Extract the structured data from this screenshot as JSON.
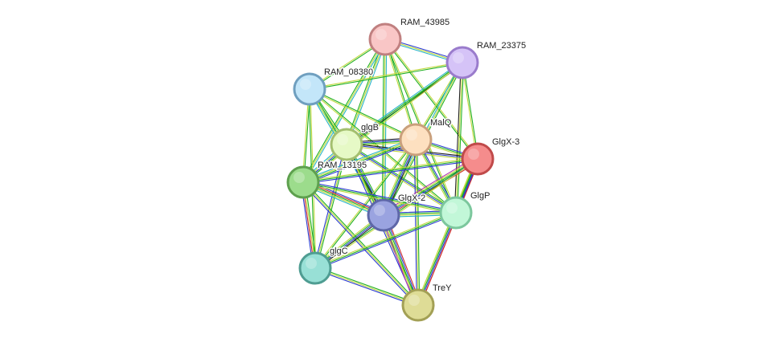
{
  "network": {
    "nodes": [
      {
        "id": "n1",
        "label": "RAM_43985",
        "fill": "#f9c6c6",
        "stroke": "#c08080"
      },
      {
        "id": "n2",
        "label": "RAM_23375",
        "fill": "#d5c3f7",
        "stroke": "#9a7ccc"
      },
      {
        "id": "n3",
        "label": "RAM_08380",
        "fill": "#c3e6f9",
        "stroke": "#6f9fbf"
      },
      {
        "id": "n4",
        "label": "glgB",
        "fill": "#e6f9c6",
        "stroke": "#a4bf6f"
      },
      {
        "id": "n5",
        "label": "MalQ",
        "fill": "#fde0c0",
        "stroke": "#c9a07c"
      },
      {
        "id": "n6",
        "label": "GlgX-3",
        "fill": "#f58c8c",
        "stroke": "#c04a4a"
      },
      {
        "id": "n7",
        "label": "RAM_13195",
        "fill": "#9cdc8c",
        "stroke": "#5ea04e"
      },
      {
        "id": "n8",
        "label": "GlgX-2",
        "fill": "#9aa3e0",
        "stroke": "#5e67a8"
      },
      {
        "id": "n9",
        "label": "GlgP",
        "fill": "#c2f7d8",
        "stroke": "#7cc79d"
      },
      {
        "id": "n10",
        "label": "glgC",
        "fill": "#98e0d6",
        "stroke": "#4f9d92"
      },
      {
        "id": "n11",
        "label": "TreY",
        "fill": "#dedc96",
        "stroke": "#a3a055"
      }
    ],
    "edge_colors": {
      "neighborhood": "#20b020",
      "fusion": "#cc2a2a",
      "cooccurrence": "#2a3ad0",
      "coexpression": "#222222",
      "experimental": "#b030b0",
      "database": "#29b3c9",
      "textmining": "#c2d93f",
      "homology": "#b7c9ee"
    },
    "edges": [
      {
        "source": "n1",
        "target": "n2",
        "channels": [
          "cooccurrence",
          "textmining",
          "database"
        ]
      },
      {
        "source": "n1",
        "target": "n3",
        "channels": [
          "neighborhood",
          "textmining"
        ]
      },
      {
        "source": "n1",
        "target": "n4",
        "channels": [
          "database",
          "textmining",
          "neighborhood"
        ]
      },
      {
        "source": "n1",
        "target": "n5",
        "channels": [
          "neighborhood",
          "textmining"
        ]
      },
      {
        "source": "n1",
        "target": "n6",
        "channels": [
          "textmining",
          "neighborhood"
        ]
      },
      {
        "source": "n1",
        "target": "n7",
        "channels": [
          "database",
          "textmining",
          "neighborhood"
        ]
      },
      {
        "source": "n1",
        "target": "n8",
        "channels": [
          "database",
          "textmining",
          "neighborhood"
        ]
      },
      {
        "source": "n1",
        "target": "n9",
        "channels": [
          "textmining",
          "neighborhood"
        ]
      },
      {
        "source": "n2",
        "target": "n3",
        "channels": [
          "neighborhood",
          "textmining"
        ]
      },
      {
        "source": "n2",
        "target": "n4",
        "channels": [
          "coexpression",
          "neighborhood",
          "database"
        ]
      },
      {
        "source": "n2",
        "target": "n5",
        "channels": [
          "neighborhood",
          "textmining"
        ]
      },
      {
        "source": "n2",
        "target": "n6",
        "channels": [
          "neighborhood",
          "textmining"
        ]
      },
      {
        "source": "n2",
        "target": "n7",
        "channels": [
          "textmining",
          "neighborhood"
        ]
      },
      {
        "source": "n2",
        "target": "n8",
        "channels": [
          "neighborhood",
          "textmining",
          "database"
        ]
      },
      {
        "source": "n2",
        "target": "n9",
        "channels": [
          "neighborhood",
          "textmining",
          "coexpression"
        ]
      },
      {
        "source": "n3",
        "target": "n4",
        "channels": [
          "neighborhood",
          "textmining",
          "database"
        ]
      },
      {
        "source": "n3",
        "target": "n5",
        "channels": [
          "neighborhood",
          "textmining"
        ]
      },
      {
        "source": "n3",
        "target": "n7",
        "channels": [
          "neighborhood",
          "textmining"
        ]
      },
      {
        "source": "n3",
        "target": "n8",
        "channels": [
          "neighborhood",
          "textmining",
          "database"
        ]
      },
      {
        "source": "n3",
        "target": "n9",
        "channels": [
          "neighborhood",
          "textmining"
        ]
      },
      {
        "source": "n3",
        "target": "n10",
        "channels": [
          "textmining",
          "neighborhood"
        ]
      },
      {
        "source": "n4",
        "target": "n5",
        "channels": [
          "coexpression",
          "cooccurrence",
          "neighborhood",
          "textmining"
        ]
      },
      {
        "source": "n4",
        "target": "n6",
        "channels": [
          "coexpression",
          "cooccurrence",
          "textmining"
        ]
      },
      {
        "source": "n4",
        "target": "n7",
        "channels": [
          "neighborhood",
          "cooccurrence",
          "textmining",
          "database"
        ]
      },
      {
        "source": "n4",
        "target": "n8",
        "channels": [
          "neighborhood",
          "cooccurrence",
          "coexpression",
          "textmining"
        ]
      },
      {
        "source": "n4",
        "target": "n9",
        "channels": [
          "neighborhood",
          "cooccurrence",
          "textmining"
        ]
      },
      {
        "source": "n4",
        "target": "n10",
        "channels": [
          "neighborhood",
          "textmining",
          "cooccurrence"
        ]
      },
      {
        "source": "n4",
        "target": "n11",
        "channels": [
          "neighborhood",
          "textmining",
          "cooccurrence"
        ]
      },
      {
        "source": "n5",
        "target": "n6",
        "channels": [
          "cooccurrence",
          "neighborhood",
          "textmining"
        ]
      },
      {
        "source": "n5",
        "target": "n7",
        "channels": [
          "cooccurrence",
          "neighborhood",
          "textmining",
          "database"
        ]
      },
      {
        "source": "n5",
        "target": "n8",
        "channels": [
          "coexpression",
          "cooccurrence",
          "neighborhood",
          "textmining"
        ]
      },
      {
        "source": "n5",
        "target": "n9",
        "channels": [
          "cooccurrence",
          "neighborhood",
          "textmining"
        ]
      },
      {
        "source": "n5",
        "target": "n10",
        "channels": [
          "neighborhood",
          "textmining"
        ]
      },
      {
        "source": "n5",
        "target": "n11",
        "channels": [
          "neighborhood",
          "textmining",
          "cooccurrence"
        ]
      },
      {
        "source": "n6",
        "target": "n7",
        "channels": [
          "cooccurrence",
          "neighborhood",
          "textmining"
        ]
      },
      {
        "source": "n6",
        "target": "n8",
        "channels": [
          "fusion",
          "cooccurrence",
          "neighborhood",
          "textmining",
          "experimental"
        ]
      },
      {
        "source": "n6",
        "target": "n9",
        "channels": [
          "cooccurrence",
          "neighborhood",
          "textmining"
        ]
      },
      {
        "source": "n6",
        "target": "n10",
        "channels": [
          "textmining",
          "neighborhood"
        ]
      },
      {
        "source": "n6",
        "target": "n11",
        "channels": [
          "fusion",
          "cooccurrence",
          "neighborhood",
          "textmining"
        ]
      },
      {
        "source": "n7",
        "target": "n8",
        "channels": [
          "cooccurrence",
          "fusion",
          "neighborhood",
          "textmining",
          "database"
        ]
      },
      {
        "source": "n7",
        "target": "n9",
        "channels": [
          "cooccurrence",
          "neighborhood",
          "textmining"
        ]
      },
      {
        "source": "n7",
        "target": "n10",
        "channels": [
          "neighborhood",
          "textmining",
          "fusion",
          "cooccurrence"
        ]
      },
      {
        "source": "n7",
        "target": "n11",
        "channels": [
          "neighborhood",
          "textmining",
          "cooccurrence"
        ]
      },
      {
        "source": "n8",
        "target": "n9",
        "channels": [
          "cooccurrence",
          "neighborhood",
          "textmining",
          "database"
        ]
      },
      {
        "source": "n8",
        "target": "n10",
        "channels": [
          "coexpression",
          "cooccurrence",
          "neighborhood",
          "textmining"
        ]
      },
      {
        "source": "n8",
        "target": "n11",
        "channels": [
          "fusion",
          "cooccurrence",
          "neighborhood",
          "textmining",
          "experimental"
        ]
      },
      {
        "source": "n9",
        "target": "n10",
        "channels": [
          "cooccurrence",
          "neighborhood",
          "textmining"
        ]
      },
      {
        "source": "n9",
        "target": "n11",
        "channels": [
          "fusion",
          "cooccurrence",
          "neighborhood",
          "textmining"
        ]
      },
      {
        "source": "n10",
        "target": "n11",
        "channels": [
          "neighborhood",
          "textmining",
          "cooccurrence"
        ]
      }
    ]
  }
}
